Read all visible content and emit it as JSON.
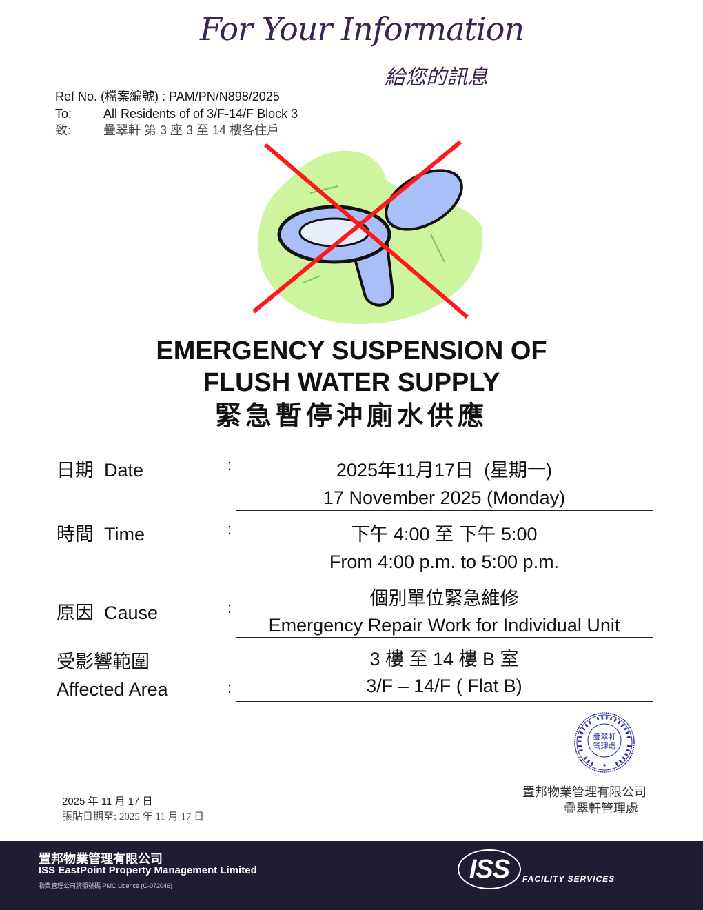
{
  "header": {
    "banner_en": "For Your Information",
    "banner_zh": "給您的訊息",
    "ref_label": "Ref No. (檔案編號) :",
    "ref_value": "PAM/PN/N898/2025",
    "to_label": "To:",
    "to_value": "All Residents of of 3/F-14/F Block 3",
    "to_zh_label": "致:",
    "to_zh_value": "疊翠軒 第 3 座 3 至 14 樓各住戶"
  },
  "illustration": {
    "icon": "toilet-crossed-out-icon",
    "cross_color": "#ff1a1a",
    "blob_color": "#cdf5a0",
    "toilet_color": "#a8bff7"
  },
  "title": {
    "line1": "EMERGENCY SUSPENSION OF",
    "line2": "FLUSH WATER SUPPLY",
    "zh": "緊急暫停沖廁水供應"
  },
  "details": [
    {
      "label": "日期  Date",
      "colon": ":",
      "zh": "2025年11月17日  (星期一)",
      "en": "17 November 2025 (Monday)"
    },
    {
      "label": "時間  Time",
      "colon": ":",
      "zh": "下午 4:00 至 下午 5:00",
      "en": "From 4:00 p.m. to 5:00 p.m."
    },
    {
      "label": "原因  Cause",
      "colon": ":",
      "zh": "個別單位緊急維修",
      "en": "Emergency Repair Work for Individual Unit"
    },
    {
      "label_zh": "受影響範圍",
      "label": "Affected Area",
      "colon": ":",
      "zh": "3 樓 至 14 樓 B 室",
      "en": "3/F – 14/F ( Flat B)"
    }
  ],
  "stamp": {
    "outer_text": "The Pinnacle Management Office",
    "inner_text": "疊翠軒管理處",
    "color": "#2a2aa8"
  },
  "signature": {
    "company": "置邦物業管理有限公司",
    "office": "疊翠軒管理處"
  },
  "dates": {
    "issue": "2025 年 11 月 17 日",
    "posting": "張貼日期至: 2025 年 11 月 17 日"
  },
  "footer": {
    "company_zh": "置邦物業管理有限公司",
    "company_en": "ISS EastPoint Property Management Limited",
    "licence": "物業管理公司牌照號碼  PMC Licence (C-072046)",
    "logo_text": "ISS",
    "logo_tagline": "FACILITY SERVICES",
    "bg_color": "#211c31"
  }
}
